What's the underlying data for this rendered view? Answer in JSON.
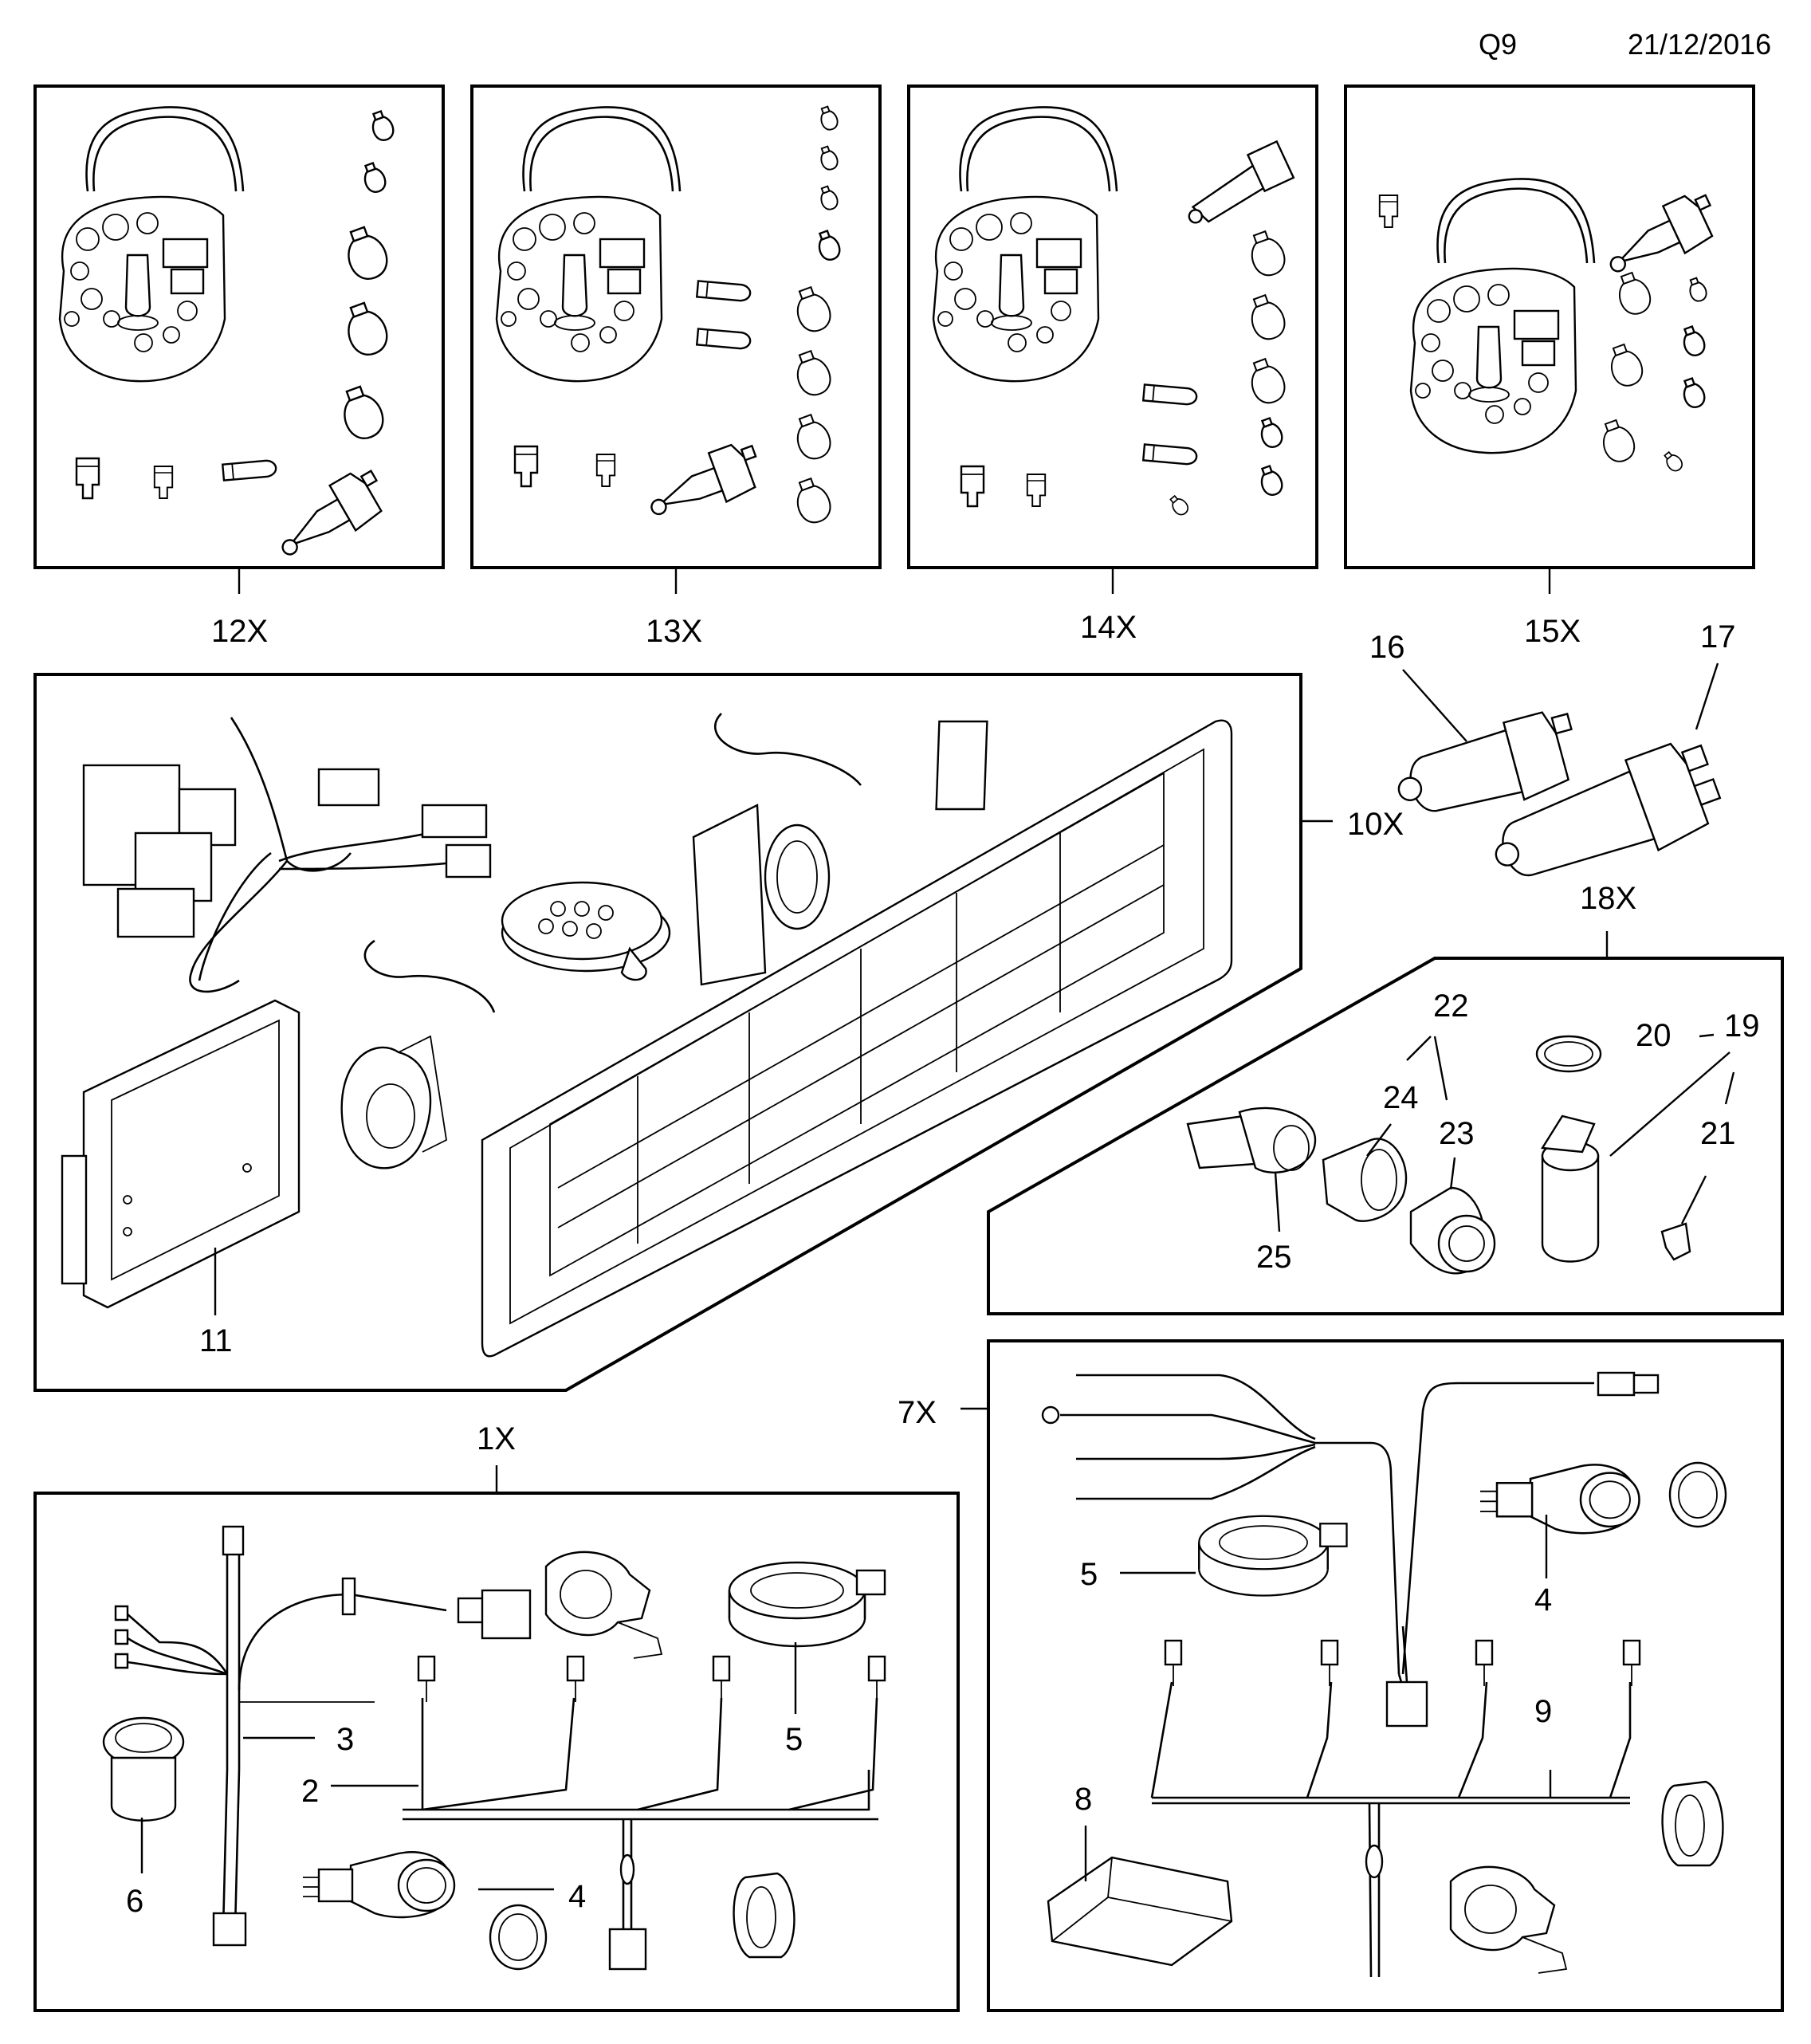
{
  "header": {
    "code": "Q9",
    "date": "21/12/2016"
  },
  "kits": [
    {
      "label": "12X"
    },
    {
      "label": "13X"
    },
    {
      "label": "14X"
    },
    {
      "label": "15X"
    }
  ],
  "callouts": {
    "c16": "16",
    "c17": "17",
    "c18x": "18X",
    "c10x": "10X",
    "c11": "11",
    "c22": "22",
    "c24": "24",
    "c23": "23",
    "c20": "20",
    "c19": "19",
    "c21": "21",
    "c25": "25",
    "c1x": "1X",
    "c3": "3",
    "c2": "2",
    "c5a": "5",
    "c6": "6",
    "c4a": "4",
    "c7x": "7X",
    "c5b": "5",
    "c4b": "4",
    "c9": "9",
    "c8": "8"
  }
}
